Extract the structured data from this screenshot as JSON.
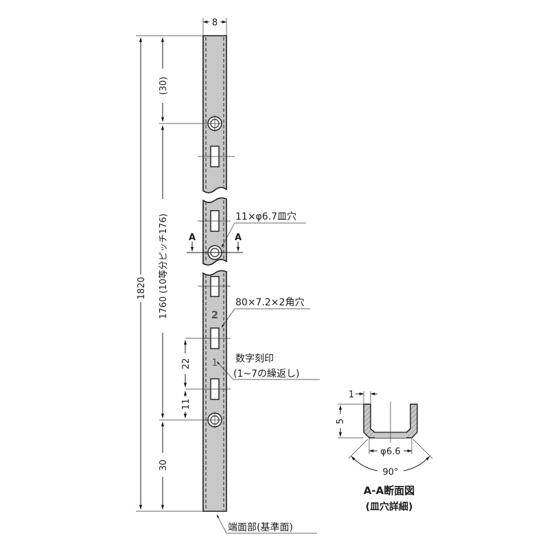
{
  "dimensions": {
    "width": "8",
    "total_length": "1820",
    "top_offset": "(30)",
    "pitch_span": "1760 (10等分ピッチ176)",
    "bottom_offset": "30",
    "slot_pitch": "22",
    "hole_to_slot": "11",
    "wall_thickness": "1",
    "section_height": "5",
    "countersink_diameter": "φ6.6",
    "countersink_angle": "90°"
  },
  "annotations": {
    "round_hole": "11×φ6.7皿穴",
    "square_hole": "80×7.2×2角穴",
    "number_stamp": "数字刻印",
    "number_stamp_note": "(1~7の繰返し)",
    "end_face": "端面部(基準面)",
    "section_marker": "A",
    "stamp_numbers": [
      "2",
      "1"
    ]
  },
  "section_view": {
    "title": "A-A断面図",
    "subtitle": "(皿穴詳細)"
  }
}
